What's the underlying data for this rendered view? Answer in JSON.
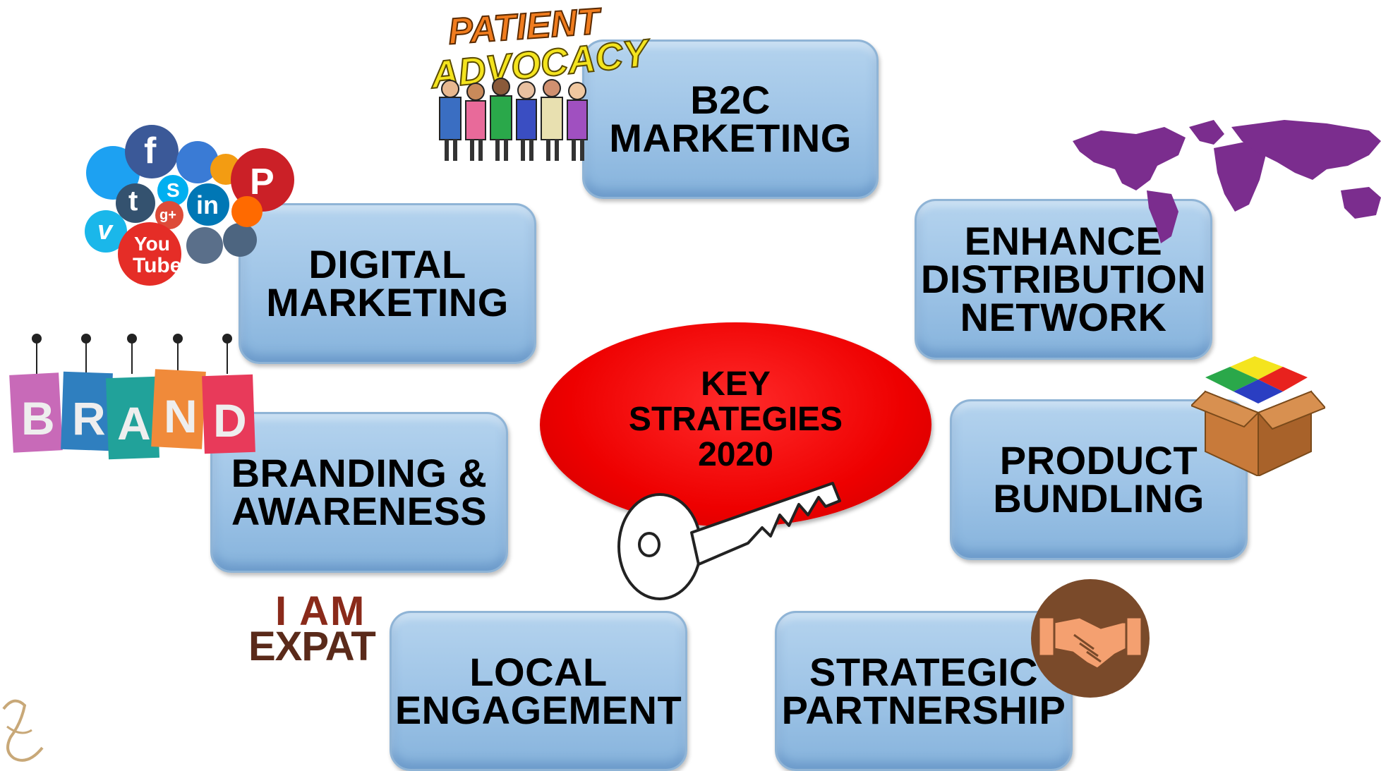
{
  "center": {
    "lines": [
      "KEY",
      "STRATEGIES",
      "2020"
    ]
  },
  "boxes": {
    "b2c": {
      "lines": [
        "B2C",
        "MARKETING"
      ]
    },
    "digital": {
      "lines": [
        "DIGITAL",
        "MARKETING"
      ]
    },
    "enhance": {
      "lines": [
        "ENHANCE",
        "DISTRIBUTION",
        "NETWORK"
      ]
    },
    "branding": {
      "lines": [
        "BRANDING &",
        "AWARENESS"
      ]
    },
    "product": {
      "lines": [
        "PRODUCT",
        "BUNDLING"
      ]
    },
    "local": {
      "lines": [
        "LOCAL",
        "ENGAGEMENT"
      ]
    },
    "strategic": {
      "lines": [
        "STRATEGIC",
        "PARTNERSHIP"
      ]
    }
  },
  "graphics": {
    "patient_advocacy": {
      "line1": "PATIENT",
      "line2": "ADVOCACY"
    },
    "brand_tags": [
      "B",
      "R",
      "A",
      "N",
      "D"
    ],
    "expat": {
      "line1": "I AM",
      "line2": "EXPAT"
    },
    "social_icons": [
      "f",
      "t",
      "in",
      "P",
      "v",
      "You",
      "Tube",
      "S",
      "g+"
    ]
  },
  "colors": {
    "box_fill": "#9dc3e6",
    "center_fill": "#ee0000",
    "map": "#7b2d8e",
    "handshake_circle": "#7a4a2a"
  }
}
